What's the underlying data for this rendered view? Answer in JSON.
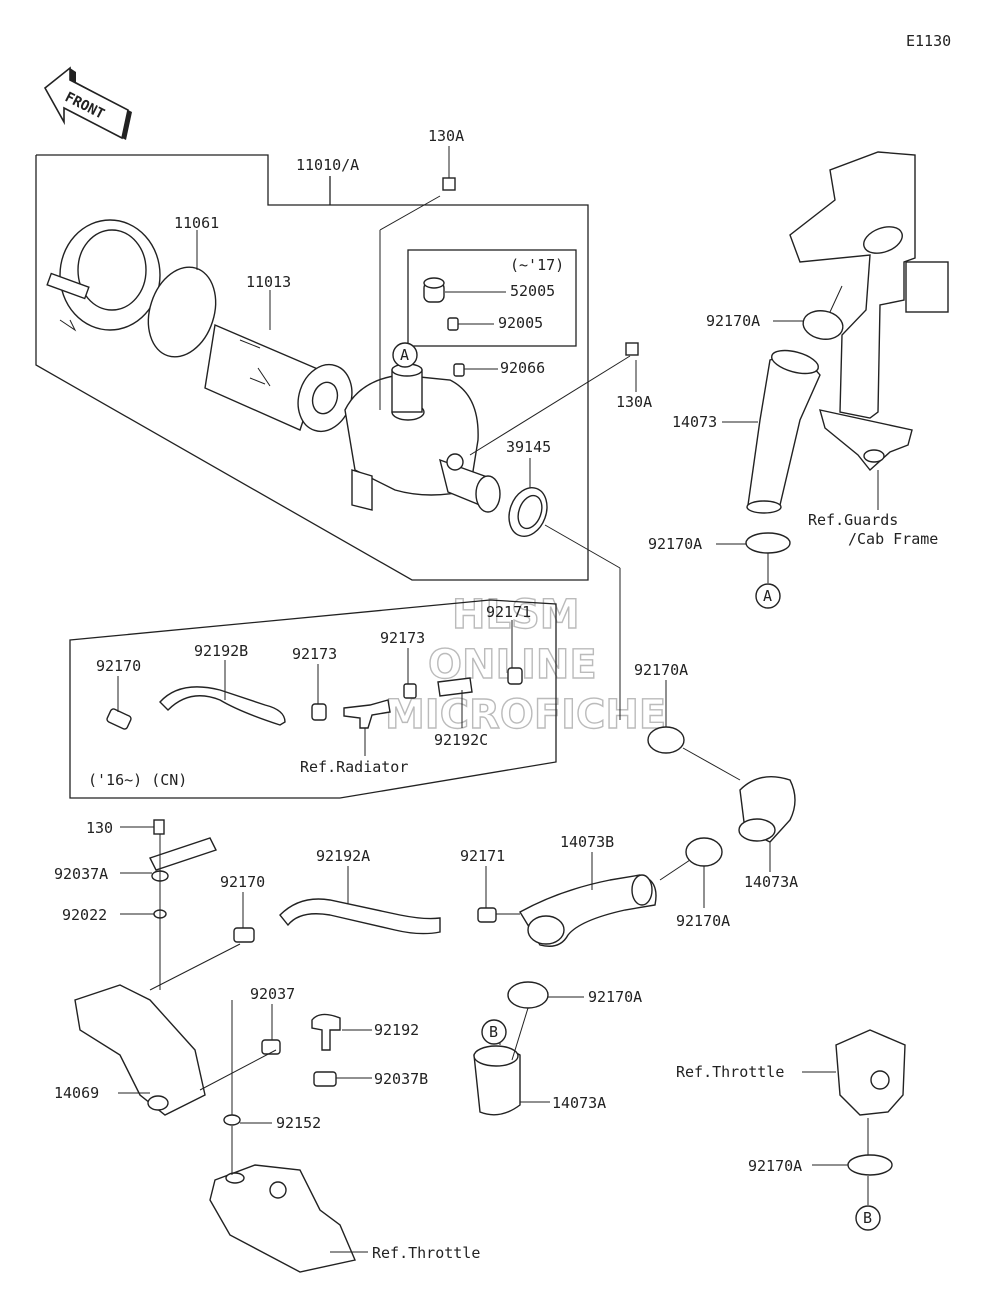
{
  "diagram_code": "E1130",
  "front_label": "FRONT",
  "watermark": [
    "HLSM",
    "ONLINE",
    "MICROFICHE"
  ],
  "variant_notes": {
    "v17": "(~'17)",
    "cn16": "('16~) (CN)"
  },
  "callouts": {
    "a": "A",
    "b": "B"
  },
  "labels": {
    "p11010a": "11010/A",
    "p11061": "11061",
    "p11013": "11013",
    "p130a_top": "130A",
    "p52005": "52005",
    "p92005": "92005",
    "p92066": "92066",
    "p130a_right": "130A",
    "p39145": "39145",
    "p92170a_top": "92170A",
    "p14073": "14073",
    "p92170a_mid": "92170A",
    "ref_guards": "Ref.Guards",
    "ref_cab": "/Cab Frame",
    "p92170": "92170",
    "p92192b": "92192B",
    "p92173_a": "92173",
    "p92173_b": "92173",
    "p92171_top": "92171",
    "p92192c": "92192C",
    "ref_radiator": "Ref.Radiator",
    "p92170a_r": "92170A",
    "p130": "130",
    "p92037a": "92037A",
    "p92022": "92022",
    "p92170_low": "92170",
    "p92192a": "92192A",
    "p92171_low": "92171",
    "p14073b": "14073B",
    "p14073a_r": "14073A",
    "p92170a_r2": "92170A",
    "p92170a_c": "92170A",
    "p92037": "92037",
    "p92192": "92192",
    "p92037b": "92037B",
    "p14069": "14069",
    "p92152": "92152",
    "p14073a_low": "14073A",
    "ref_throttle_r": "Ref.Throttle",
    "p92170a_br": "92170A",
    "ref_throttle_b": "Ref.Throttle"
  }
}
